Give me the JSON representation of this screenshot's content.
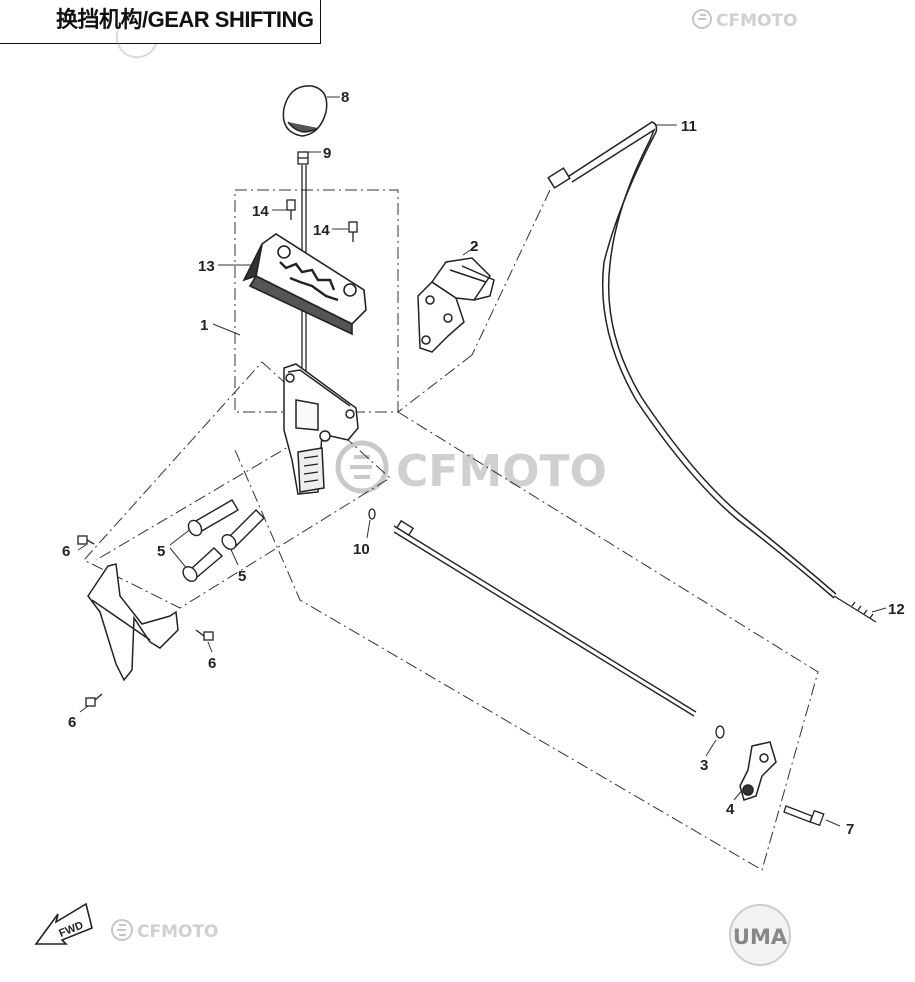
{
  "title": "换挡机构/GEAR SHIFTING",
  "watermarks": {
    "brand": "CFMOTO",
    "corner_badge": "UMA"
  },
  "direction_marker": "FWD",
  "callouts": {
    "c1": "1",
    "c2": "2",
    "c3": "3",
    "c4": "4",
    "c5a": "5",
    "c5b": "5",
    "c6a": "6",
    "c6b": "6",
    "c6c": "6",
    "c7": "7",
    "c8": "8",
    "c9": "9",
    "c10": "10",
    "c11": "11",
    "c12": "12",
    "c13": "13",
    "c14a": "14",
    "c14b": "14"
  },
  "colors": {
    "line": "#222222",
    "watermark": "#b9b9b9",
    "background": "#ffffff"
  }
}
